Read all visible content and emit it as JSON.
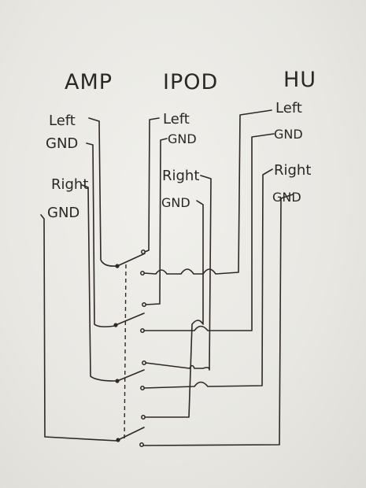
{
  "headers": {
    "amp": "AMP",
    "ipod": "IPOD",
    "hu": "HU"
  },
  "amp_labels": {
    "left": "Left",
    "gnd_top": "GND",
    "right": "Right",
    "gnd_bottom": "GND"
  },
  "ipod_labels": {
    "left": "Left",
    "gnd_top": "GND",
    "right": "Right",
    "gnd_bottom": "GND"
  },
  "hu_labels": {
    "left": "Left",
    "gnd_top": "GND",
    "right": "Right",
    "gnd_bottom": "GND"
  },
  "switch": {
    "type": "4-pole double-throw switch",
    "poles": 4,
    "throws": 2
  },
  "colors": {
    "paper": "#eceae5",
    "ink": "#2f2826"
  }
}
